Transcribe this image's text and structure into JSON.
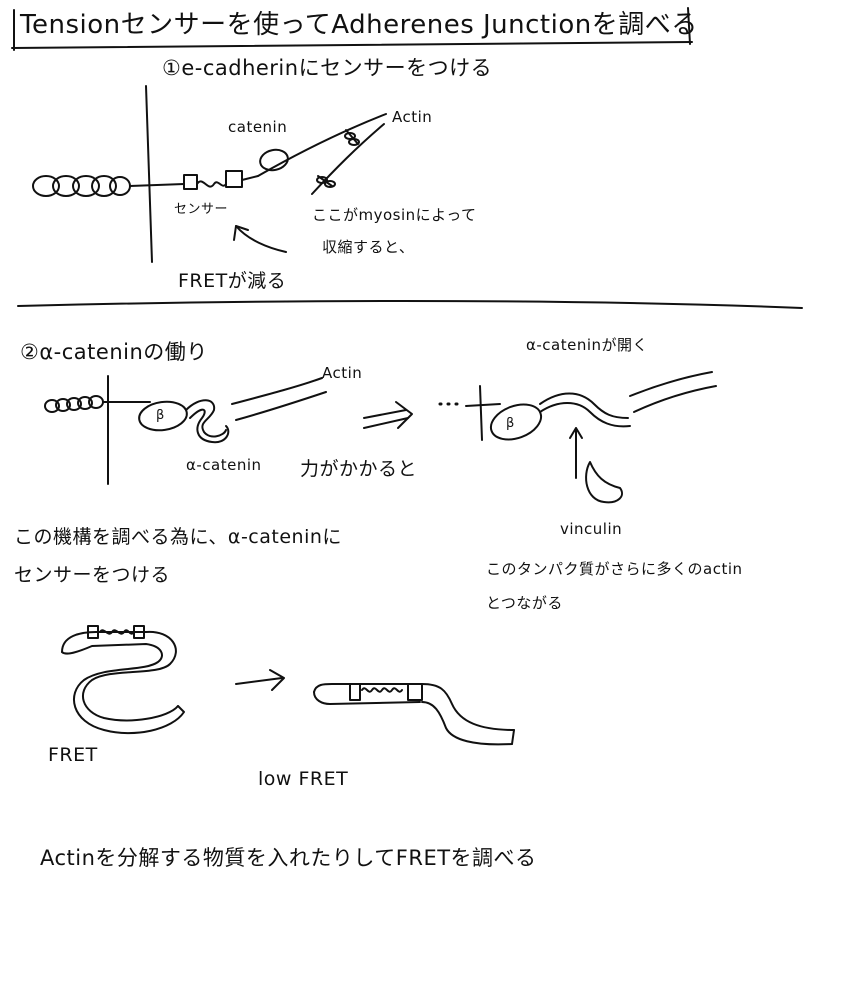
{
  "title": "Tensionセンサーを使ってAdherenes Junctionを調べる",
  "section1": {
    "heading": "①e-cadherinにセンサーをつける",
    "labels": {
      "actin": "Actin",
      "catenin": "catenin",
      "sensor": "センサー",
      "myosin_note_line1": "ここがmyosinによって",
      "myosin_note_line2": "収縮すると、",
      "fret_decrease": "FRETが減る"
    }
  },
  "section2": {
    "heading": "②α-cateninの働り",
    "labels": {
      "actin": "Actin",
      "beta": "β",
      "beta2": "β",
      "alpha_catenin": "α-catenin",
      "force": "力がかかると",
      "opens": "α-cateninが開く",
      "vinculin": "vinculin",
      "vinculin_note_line1": "このタンパク質がさらに多くのactin",
      "vinculin_note_line2": "とつながる",
      "mechanism_line1": "この機構を調べる為に、α-cateninに",
      "mechanism_line2": "センサーをつける",
      "fret": "FRET",
      "low_fret": "low FRET",
      "conclusion": "Actinを分解する物質を入れたりしてFRETを調べる"
    }
  }
}
